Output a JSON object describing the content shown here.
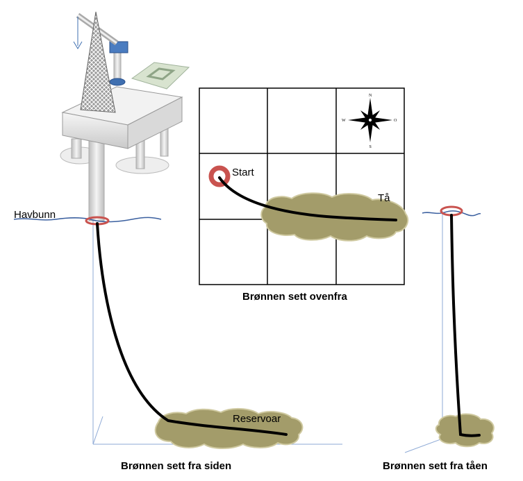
{
  "labels": {
    "seabed": "Havbunn",
    "start": "Start",
    "toe": "Tå",
    "reservoir": "Reservoar"
  },
  "compass": {
    "n": "N",
    "s": "S",
    "w": "W",
    "e": "O"
  },
  "captions": {
    "top_view": "Brønnen sett ovenfra",
    "side_view": "Brønnen sett fra siden",
    "toe_view": "Brønnen sett fra tåen"
  },
  "colors": {
    "reservoir_fill": "#a39c6a",
    "reservoir_stroke": "#cfc9a0",
    "well_line": "#000000",
    "wellhead_ring": "#c9534f",
    "seabed_line": "#3a5f9f",
    "axis_line": "#8eaad6"
  }
}
